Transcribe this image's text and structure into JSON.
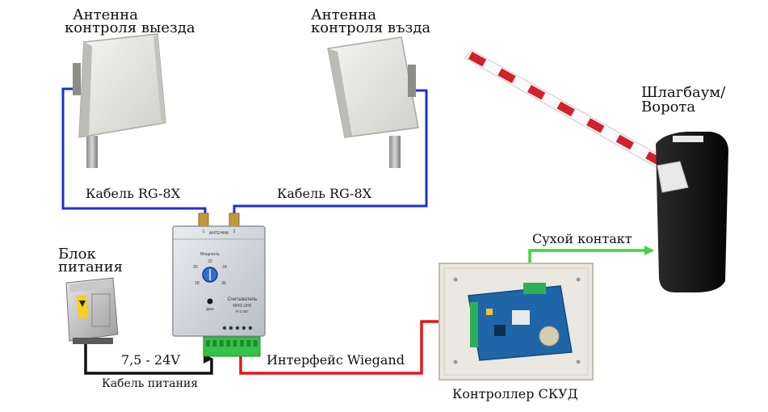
{
  "labels": {
    "antenna_exit_line1": "Антенна",
    "antenna_exit_line2": "контроля выезда",
    "antenna_entry_line1": "Антенна",
    "antenna_entry_line2": "контроля възда",
    "barrier_line1": "Шлагбаум/",
    "barrier_line2": "Ворота",
    "cable_left": "Кабель RG-8X",
    "cable_right": "Кабель RG-8X",
    "dry_contact": "Сухой контакт",
    "psu_line1": "Блок",
    "psu_line2": "питания",
    "voltage": "7,5 - 24V",
    "power_cable": "Кабель питания",
    "wiegand": "Интерфейс Wiegand",
    "controller": "Контроллер СКУД"
  },
  "reader": {
    "antenna_header": "АНТЕННА",
    "port1": "1",
    "port2": "2",
    "dial_title": "Мощность",
    "dial_ticks": [
      "20",
      "22",
      "24",
      "18",
      "26"
    ],
    "dial_unit": "ДБМ",
    "name_line1": "Считыватель",
    "name_line2": "RFID UHF",
    "name_line3": "R-2,0Вт"
  },
  "colors": {
    "antenna_cable": "#1f2fd4",
    "wiegand_line": "#e8141a",
    "dry_contact_line": "#3dd63d",
    "power_cable": "#111111",
    "terminal_block": "#34c24a",
    "barrier_stripe": "#d3202a",
    "controller_board": "#1e66a8"
  }
}
